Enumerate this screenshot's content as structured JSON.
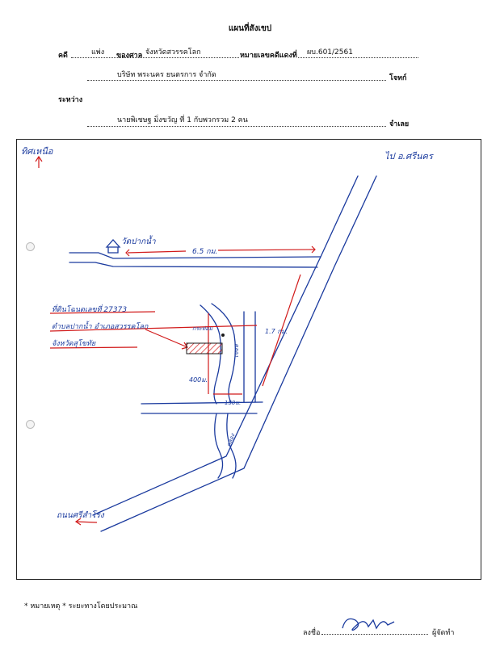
{
  "header": {
    "title": "แผนที่สังเขป",
    "case_label": "คดี",
    "case_type": "แพ่ง",
    "court_label": "ของศาล",
    "court_name": "จังหวัดสวรรคโลก",
    "black_case_label": "หมายเลขคดีแดงที่",
    "black_case_no": "ผบ.601/2561",
    "plaintiff_name": "บริษัท พระนคร ยนตรการ จำกัด",
    "plaintiff_label": "โจทก์",
    "between_label": "ระหว่าง",
    "defendant_name": "นายพิเชษฐ มิ่งขวัญ ที่ 1 กับพวกรวม 2 คน",
    "defendant_label": "จำเลย"
  },
  "map": {
    "north_label": "ทิศเหนือ",
    "dest_label": "ไป อ.ศรีนคร",
    "landmark_label": "วัดปากน้ำ",
    "dist_main": "6.5 กม.",
    "dist_side": "1.7 กม.",
    "dist_400": "400ม.",
    "dist_150": "150ม.",
    "pavilion_label": "กระท่อม",
    "canal_label_1": "คลอง",
    "canal_label_2": "คลอง",
    "land_lines": [
      "ที่ดินโฉนดเลขที่ 27373",
      "ตำบลปากน้ำ อำเภอสวรรคโลก",
      "จังหวัดสุโขทัย"
    ],
    "south_label": "ถนนศรีสำโรง",
    "colors": {
      "ink": "#1a3a9e",
      "red": "#d11a1a",
      "hatch": "#d11a1a"
    }
  },
  "footer": {
    "note": "* หมายเหตุ * ระยะทางโดยประมาณ",
    "signature_label": "ลงชื่อ",
    "signer_role": "ผู้จัดทำ"
  }
}
